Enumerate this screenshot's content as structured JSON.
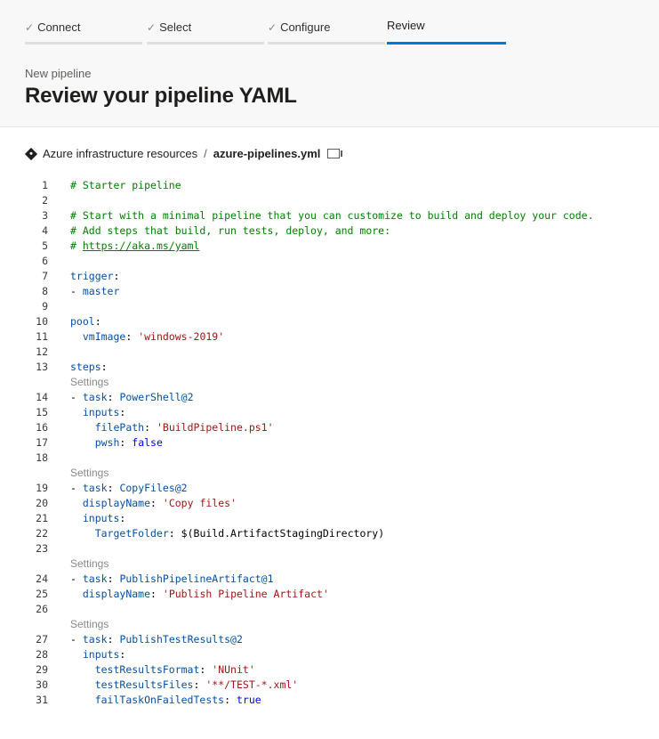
{
  "wizard": {
    "steps": [
      {
        "label": "Connect",
        "done": true
      },
      {
        "label": "Select",
        "done": true
      },
      {
        "label": "Configure",
        "done": true
      },
      {
        "label": "Review",
        "done": false,
        "active": true
      }
    ],
    "check_glyph": "✓"
  },
  "header": {
    "subtitle": "New pipeline",
    "title": "Review your pipeline YAML"
  },
  "breadcrumb": {
    "repo": "Azure infrastructure resources",
    "separator": "/",
    "file": "azure-pipelines.yml"
  },
  "editor": {
    "codelens_label": "Settings",
    "lines": [
      "# Starter pipeline",
      "",
      "# Start with a minimal pipeline that you can customize to build and deploy your code.",
      "# Add steps that build, run tests, deploy, and more:",
      "# https://aka.ms/yaml",
      "",
      "trigger:",
      "- master",
      "",
      "pool:",
      "  vmImage: 'windows-2019'",
      "",
      "steps:",
      "- task: PowerShell@2",
      "  inputs:",
      "    filePath: 'BuildPipeline.ps1'",
      "    pwsh: false",
      "",
      "- task: CopyFiles@2",
      "  displayName: 'Copy files'",
      "  inputs:",
      "    TargetFolder: $(Build.ArtifactStagingDirectory)",
      "",
      "- task: PublishPipelineArtifact@1",
      "  displayName: 'Publish Pipeline Artifact'",
      "",
      "- task: PublishTestResults@2",
      "  inputs:",
      "    testResultsFormat: 'NUnit'",
      "    testResultsFiles: '**/TEST-*.xml'",
      "    failTaskOnFailedTests: true"
    ],
    "codelens_before_lines": [
      14,
      19,
      24,
      27
    ]
  },
  "colors": {
    "accent": "#0078d4",
    "comment": "#008000",
    "key": "#0451a5",
    "string": "#a31515",
    "boolean": "#0000ff"
  }
}
